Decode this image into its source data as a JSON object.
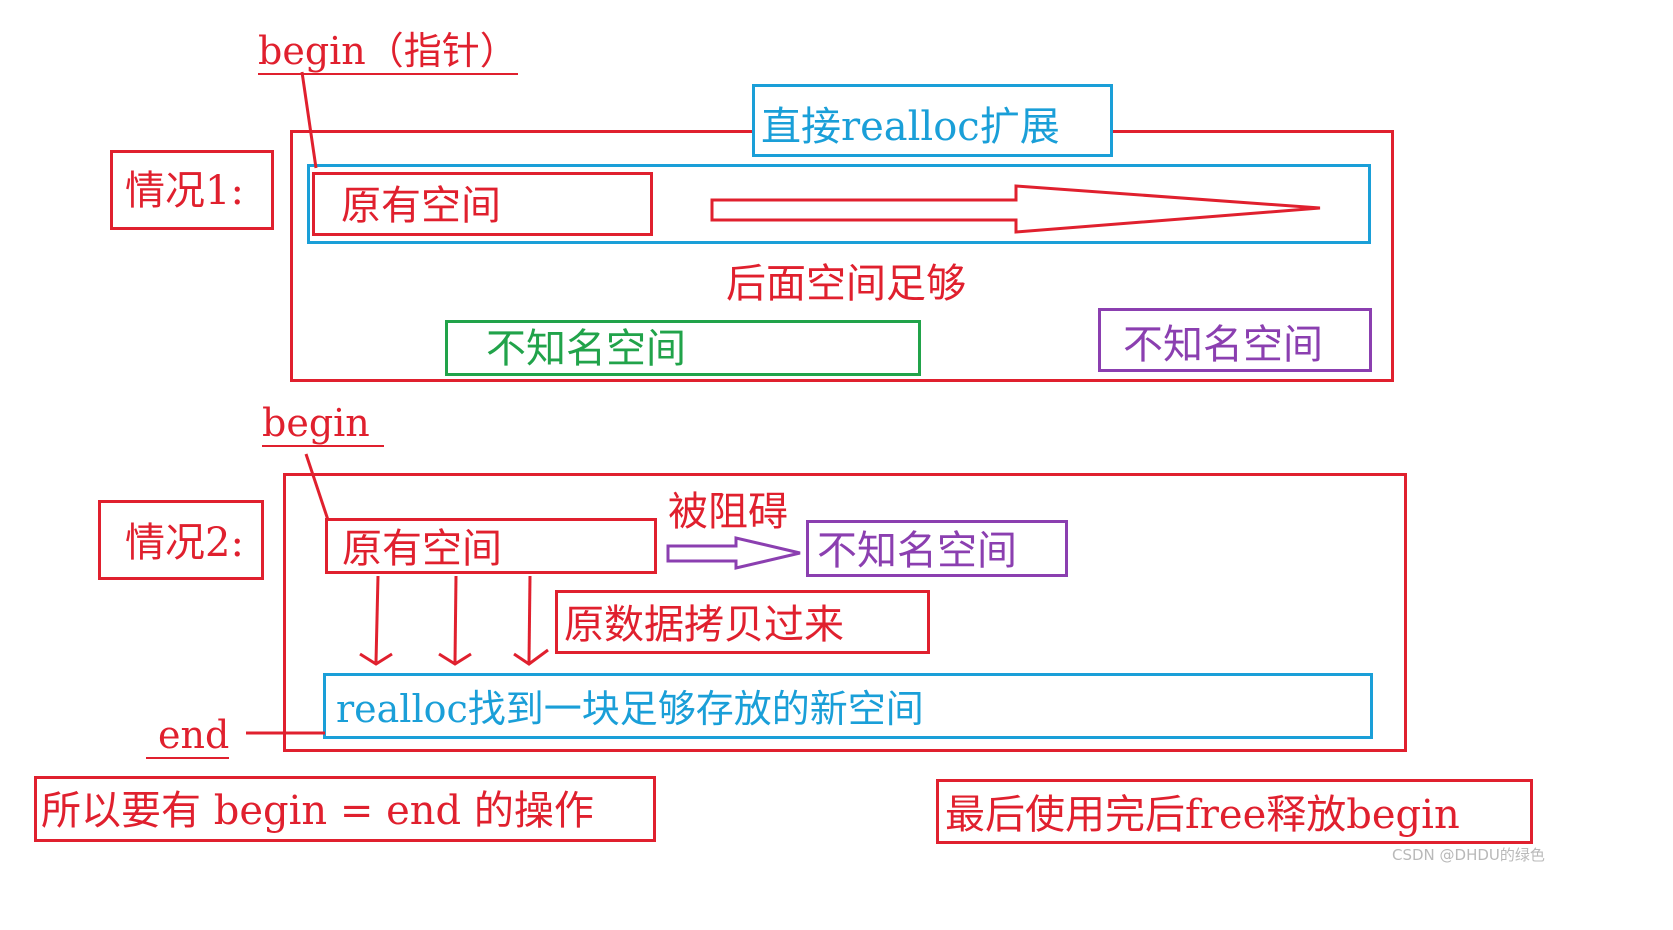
{
  "case1": {
    "label": "情况1:",
    "pointer_label": "begin（指针）",
    "realloc_note": "直接realloc扩展",
    "original_space": "原有空间",
    "space_enough": "后面空间足够",
    "unknown_space_green": "不知名空间",
    "unknown_space_purple": "不知名空间"
  },
  "case2": {
    "label": "情况2:",
    "pointer_label": "begin",
    "original_space": "原有空间",
    "blocked": "被阻碍",
    "unknown_space": "不知名空间",
    "copy_note": "原数据拷贝过来",
    "new_space": "realloc找到一块足够存放的新空间",
    "end_label": "end"
  },
  "notes": {
    "assign": "所以要有 begin = end 的操作",
    "free": "最后使用完后free释放begin"
  },
  "watermark": "CSDN @DHDU的绿色",
  "colors": {
    "red": "#e0202e",
    "blue": "#1a9fd8",
    "green": "#21a34a",
    "purple": "#8b3fb0"
  }
}
